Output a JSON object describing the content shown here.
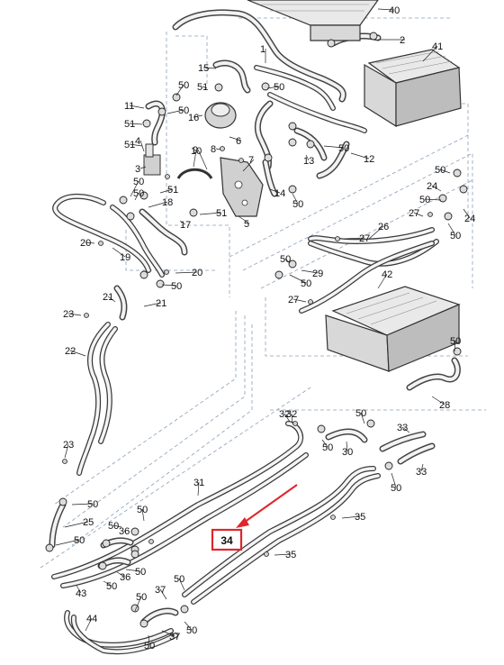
{
  "accent_color": "#e0262b",
  "highlight": {
    "label": "34"
  },
  "parts": [
    "40",
    "2",
    "1",
    "41",
    "15",
    "50",
    "51",
    "16",
    "11",
    "51",
    "50",
    "51",
    "50",
    "6",
    "8",
    "4",
    "10",
    "9",
    "7",
    "3",
    "50",
    "51",
    "18",
    "50",
    "51",
    "14",
    "50",
    "13",
    "50",
    "12",
    "17",
    "19",
    "20",
    "5",
    "50",
    "24",
    "50",
    "24",
    "50",
    "27",
    "50",
    "26",
    "27",
    "20",
    "42",
    "50",
    "50",
    "21",
    "21",
    "23",
    "22",
    "50",
    "27",
    "29",
    "28",
    "32",
    "50",
    "50",
    "30",
    "33",
    "33",
    "50",
    "23",
    "31",
    "50",
    "25",
    "50",
    "50",
    "36",
    "50",
    "36",
    "50",
    "43",
    "50",
    "37",
    "50",
    "50",
    "50",
    "44",
    "37",
    "50",
    "32",
    "35",
    "35"
  ]
}
